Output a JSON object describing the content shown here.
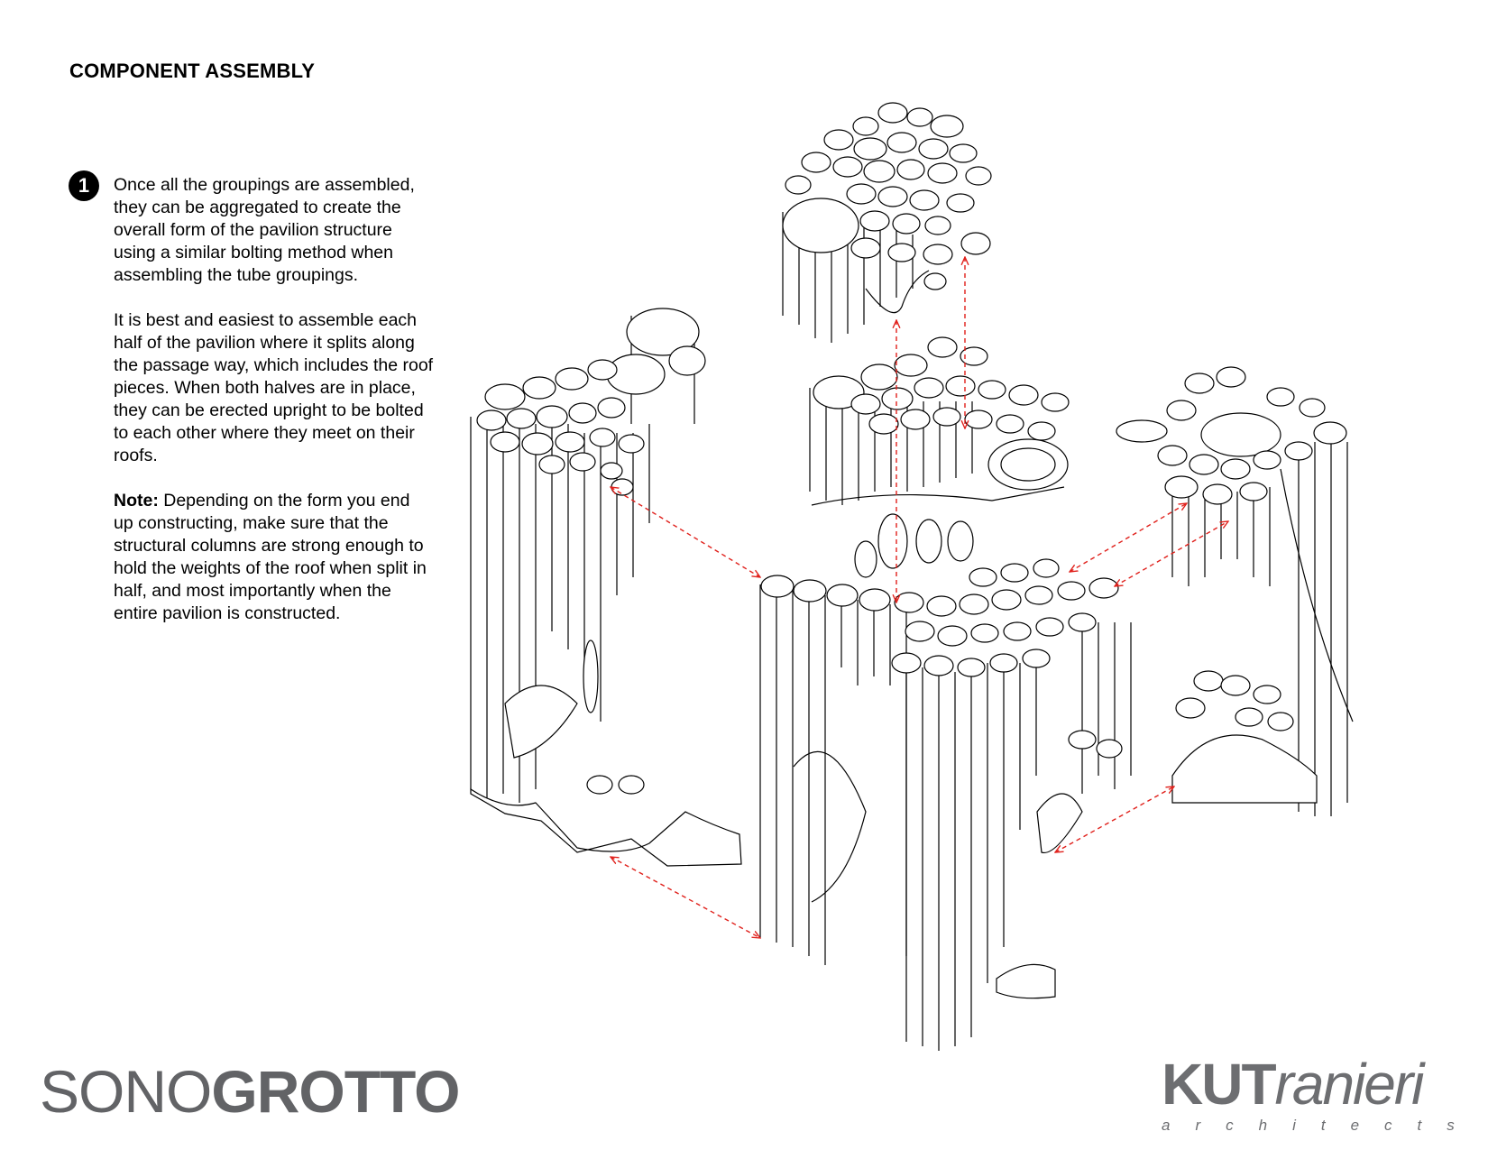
{
  "page": {
    "title": "COMPONENT ASSEMBLY"
  },
  "step": {
    "number": "1",
    "paragraph_1": "Once all the groupings are assembled, they can be aggregated to create the overall form of the pavilion structure using a similar bolting method when assembling the tube groupings.",
    "paragraph_2": "It is best and easiest to assemble each half of the pavilion where it splits along the passage way, which includes the roof pieces.  When both halves are in place, they can be erected upright to be bolted to each other where they meet on their roofs.",
    "note_label": "Note:",
    "note_text": " Depending on the form you end up constructing, make sure that the structural columns are strong enough to hold the weights of the roof when split in half, and most importantly when the entire pavilion is constructed."
  },
  "footer": {
    "brand_light": "SONO",
    "brand_bold": "GROTTO",
    "firm_bold": "KUT",
    "firm_italic": "ranieri",
    "firm_sub": "architects"
  },
  "colors": {
    "line": "#000000",
    "arrow": "#e0201b",
    "brand_gray": "#626366"
  }
}
